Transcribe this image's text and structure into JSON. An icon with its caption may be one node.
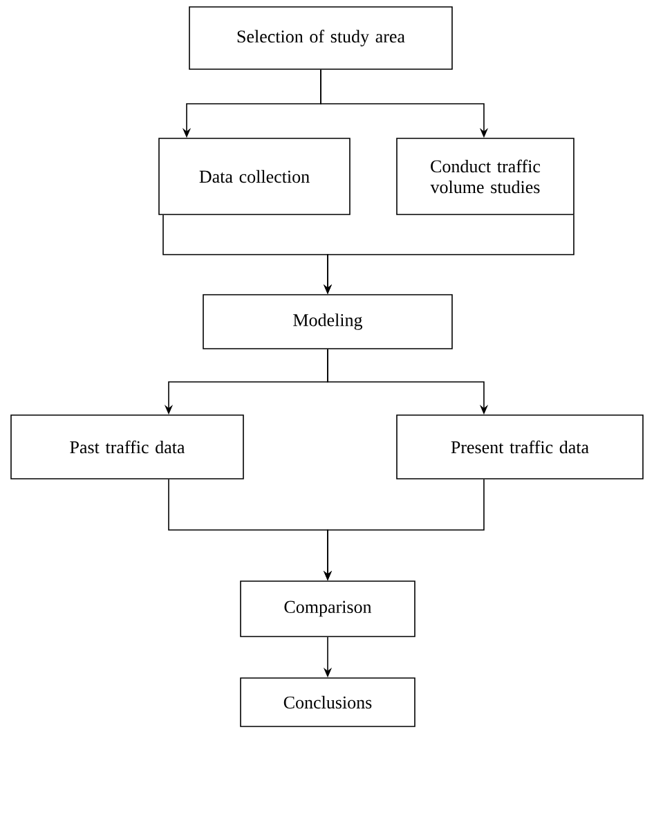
{
  "diagram": {
    "nodes": [
      {
        "text": [
          "Selection of study area"
        ]
      },
      {
        "text": [
          "Data collection"
        ]
      },
      {
        "text": [
          "Conduct traffic volume studies"
        ]
      },
      {
        "text": [
          "Modeling"
        ]
      },
      {
        "text": [
          "Past traffic data"
        ]
      },
      {
        "text": [
          "Present traffic data"
        ]
      },
      {
        "text": [
          "Comparison"
        ]
      },
      {
        "text": [
          "Conclusions"
        ]
      }
    ],
    "edges": [
      {
        "from": 0,
        "to": 1,
        "arrow": "to"
      },
      {
        "from": 0,
        "to": 2,
        "arrow": "to"
      },
      {
        "from": 1,
        "to": 3,
        "arrow": "to"
      },
      {
        "from": 2,
        "to": 3,
        "arrow": "to"
      },
      {
        "from": 3,
        "to": 4,
        "arrow": "to"
      },
      {
        "from": 3,
        "to": 5,
        "arrow": "to"
      },
      {
        "from": 4,
        "to": 6,
        "arrow": "to"
      },
      {
        "from": 5,
        "to": 6,
        "arrow": "to"
      },
      {
        "from": 6,
        "to": 7,
        "arrow": "to"
      }
    ]
  }
}
